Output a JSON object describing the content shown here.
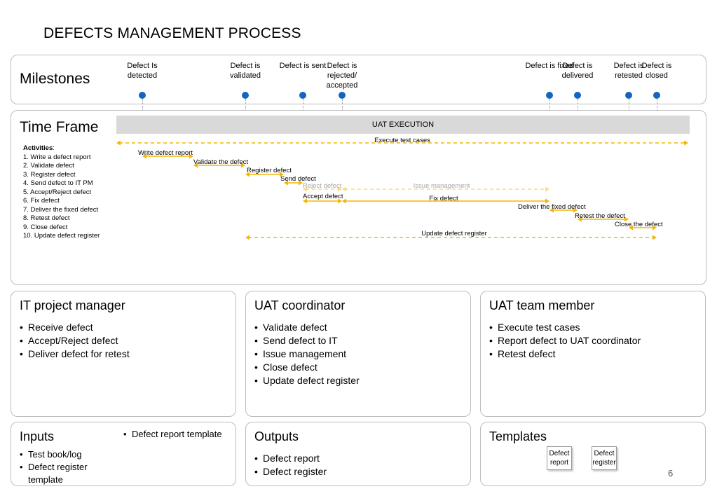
{
  "title": "DEFECTS MANAGEMENT PROCESS",
  "milestones": {
    "heading": "Milestones",
    "items": [
      "Defect Is detected",
      "Defect is validated",
      "Defect is sent",
      "Defect is rejected/ accepted",
      "Defect is fixed",
      "Defect is delivered",
      "Defect is retested",
      "Defect is closed"
    ]
  },
  "timeframe": {
    "heading": "Time Frame",
    "bar_label": "UAT EXECUTION",
    "activities_title": "Activities",
    "activities": [
      "1. Write a defect report",
      "2. Validate defect",
      "3. Register defect",
      "4. Send defect to IT PM",
      "5. Accept/Reject defect",
      "6. Fix defect",
      "7. Deliver the fixed defect",
      "8. Retest defect",
      "9. Close defect",
      "10. Update defect register"
    ],
    "arrow_labels": {
      "execute": "Execute test cases",
      "write": "Write defect report",
      "validate": "Validate the defect",
      "register": "Register defect",
      "send": "Send defect",
      "reject": "Reject defect",
      "issue": "Issue management",
      "accept": "Accept defect",
      "fix": "Fix defect",
      "deliver": "Deliver the fixed defect",
      "retest": "Retest the defect",
      "close": "Close the defect",
      "update": "Update defect register"
    },
    "colors": {
      "arrow": "#f2b705",
      "faded": "#f7dc85",
      "milestone": "#1565c0"
    }
  },
  "roles": {
    "itpm": {
      "title": "IT project manager",
      "items": [
        "Receive defect",
        "Accept/Reject defect",
        "Deliver defect for retest"
      ]
    },
    "uatc": {
      "title": "UAT coordinator",
      "items": [
        "Validate defect",
        "Send defect to IT",
        "Issue management",
        "Close defect",
        "Update defect register"
      ]
    },
    "uatm": {
      "title": "UAT team member",
      "items": [
        "Execute test cases",
        "Report defect to UAT coordinator",
        "Retest defect"
      ]
    }
  },
  "inputs": {
    "title": "Inputs",
    "items": [
      "Test book/log",
      "Defect register template"
    ],
    "extra": "Defect report template"
  },
  "outputs": {
    "title": "Outputs",
    "items": [
      "Defect report",
      "Defect register"
    ]
  },
  "templates": {
    "title": "Templates",
    "docs": [
      "Defect report",
      "Defect register"
    ]
  },
  "page_number": "6"
}
